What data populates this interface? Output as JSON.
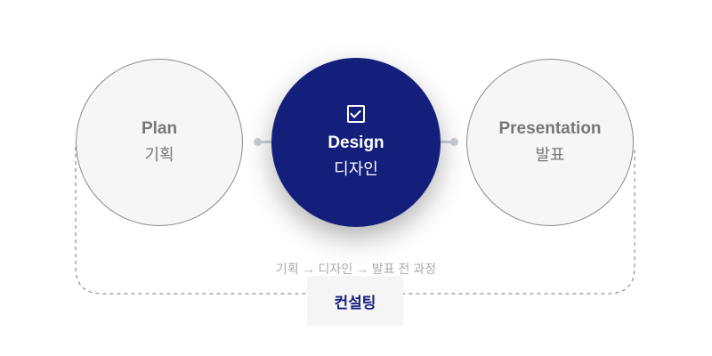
{
  "steps": [
    {
      "en": "Plan",
      "ko": "기획"
    },
    {
      "en": "Design",
      "ko": "디자인"
    },
    {
      "en": "Presentation",
      "ko": "발표"
    }
  ],
  "process_note": "기획 → 디자인 → 발표 전 과정",
  "label": "컨설팅",
  "colors": {
    "accent": "#141f7c",
    "light": "#f6f6f6"
  }
}
